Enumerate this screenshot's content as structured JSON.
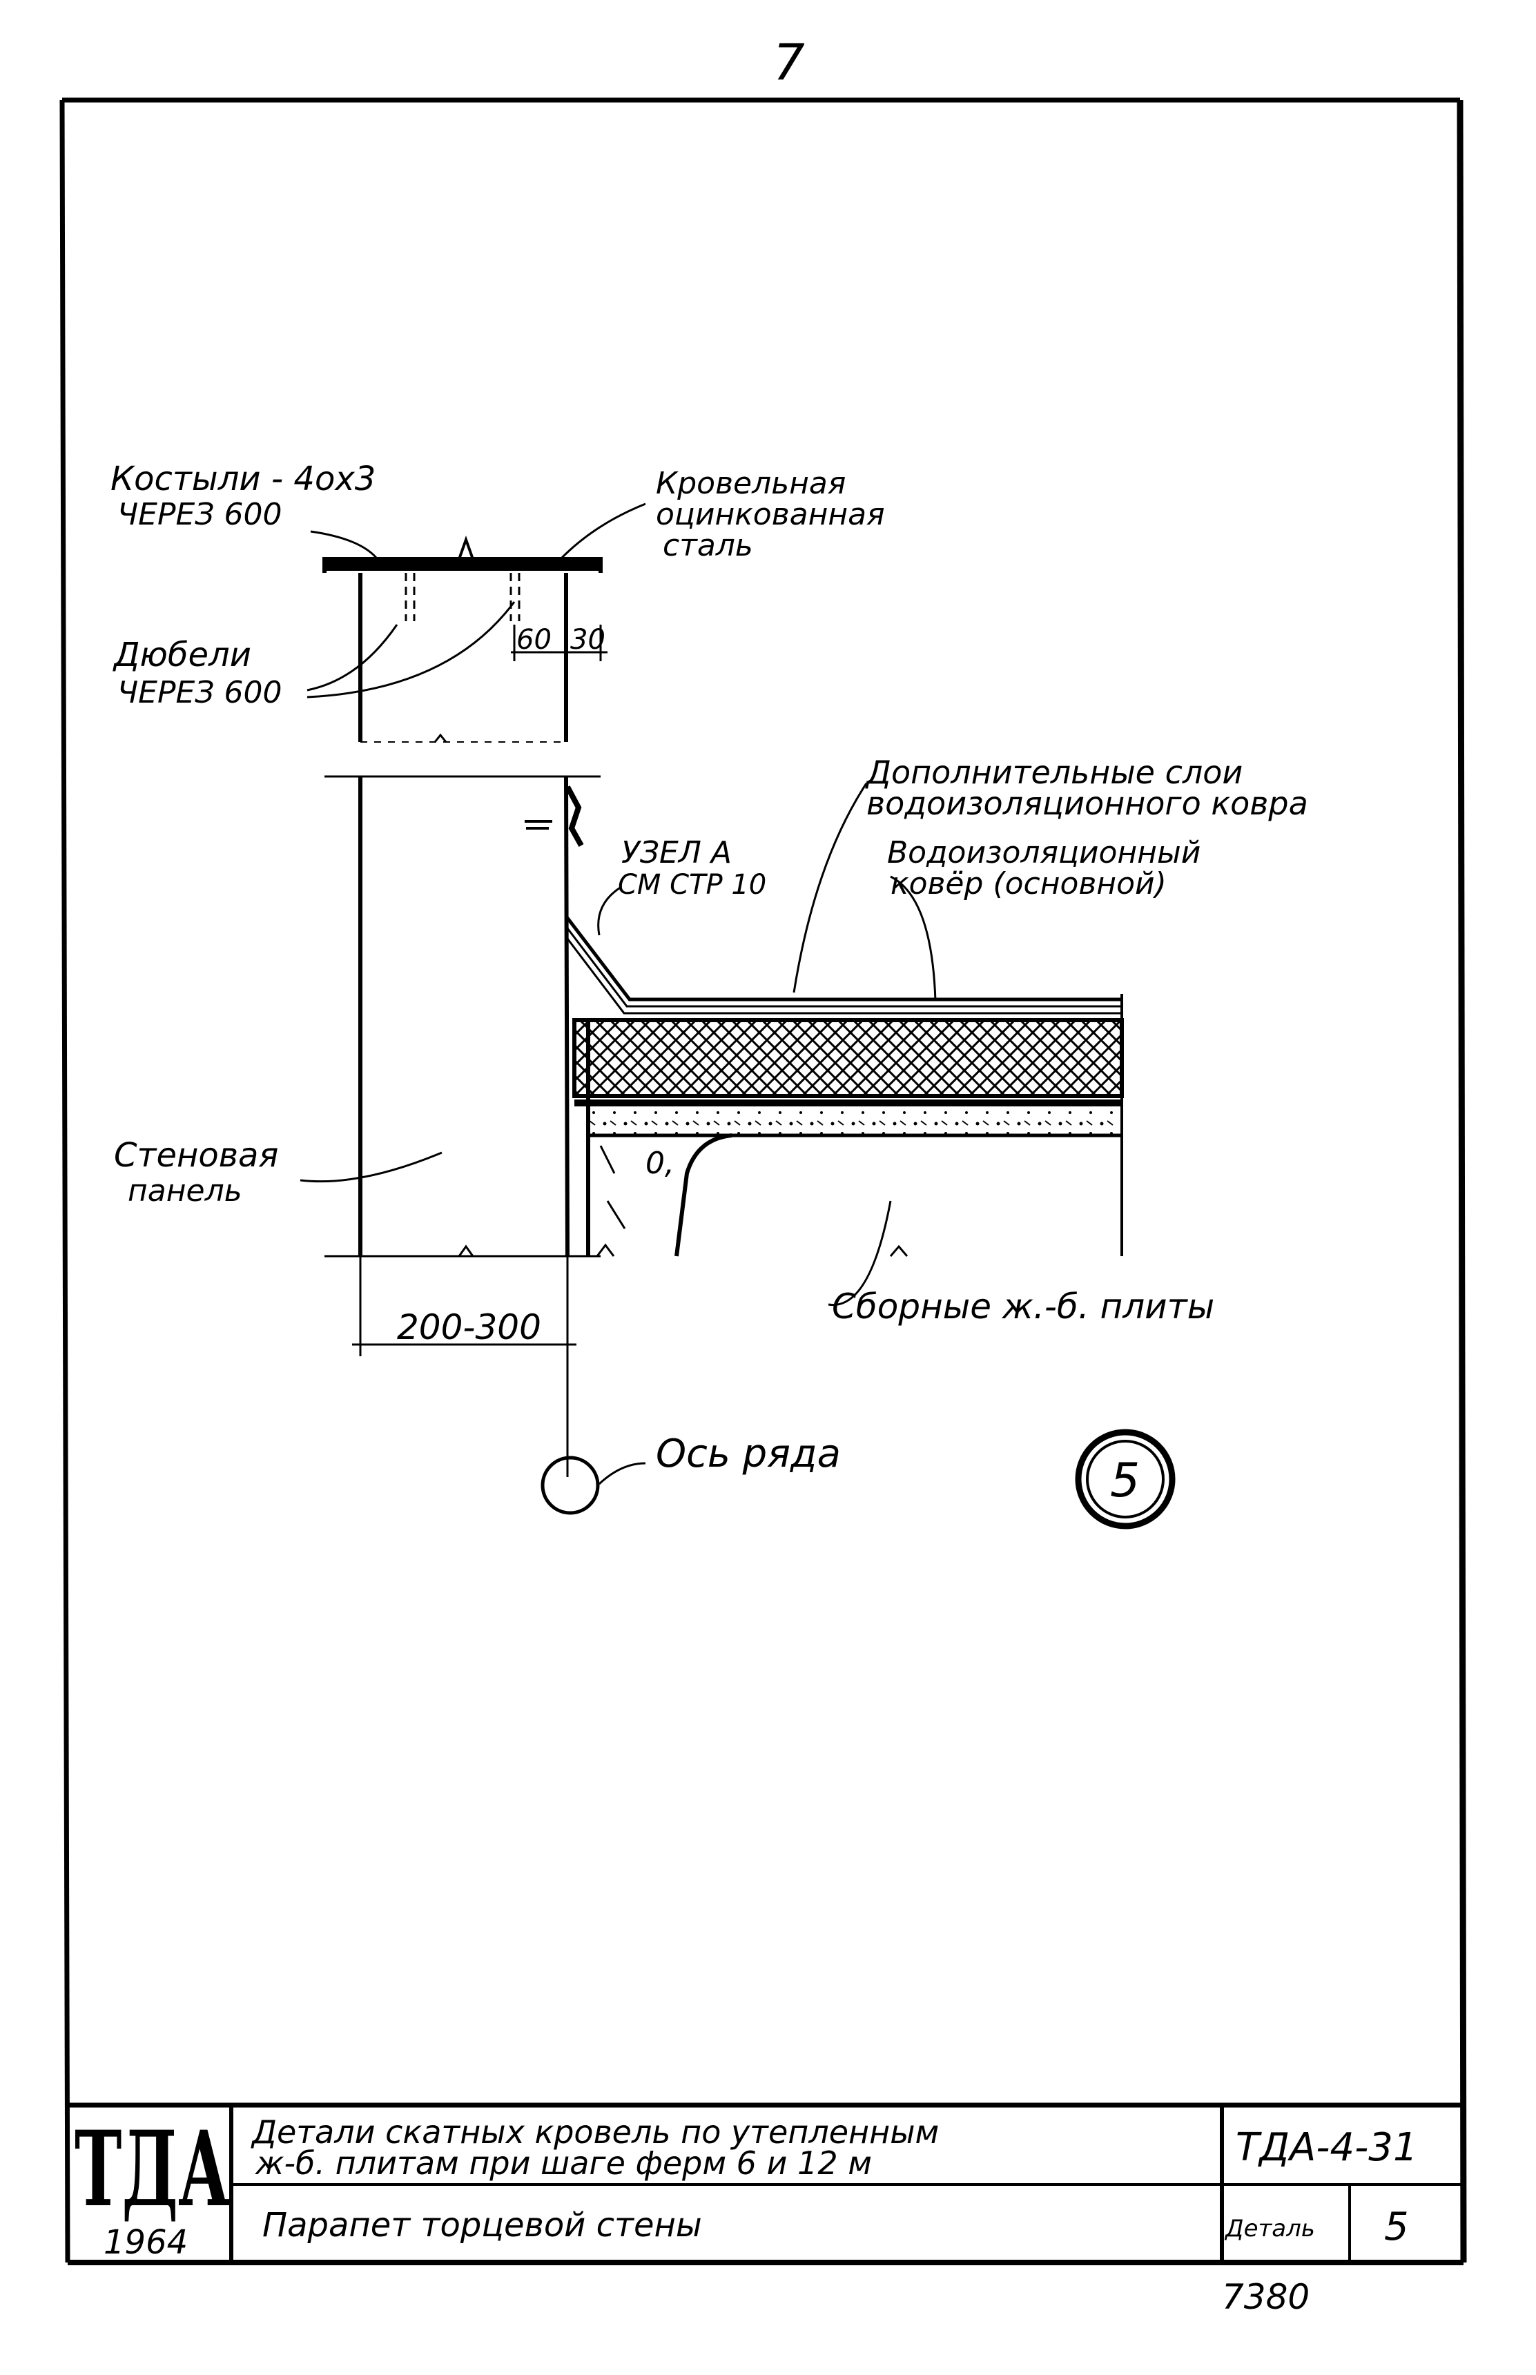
{
  "page_number": "7",
  "labels": {
    "kostyli_line1": "Костыли - 4ох3",
    "kostyli_line2": "ЧЕРЕЗ 600",
    "krovelnaya_line1": "Кровельная",
    "krovelnaya_line2": "оцинкованная",
    "krovelnaya_line3": "сталь",
    "dyubeli_line1": "Дюбели",
    "dyubeli_line2": "ЧЕРЕЗ 600",
    "dim_60": "60",
    "dim_30": "30",
    "dop_sloi_line1": "Дополнительные слои",
    "dop_sloi_line2": "водоизоляционного ковра",
    "vodoizol_line1": "Водоизоляционный",
    "vodoizol_line2": "ковёр (основной)",
    "uzel_line1": "УЗЕЛ А",
    "uzel_line2": "СМ СТР 10",
    "stenovaya_line1": "Стеновая",
    "stenovaya_line2": "панель",
    "dim_200_300": "200-300",
    "sbornye": "Сборные ж.-б. плиты",
    "os_ryada": "Ось ряда",
    "detail_number": "5"
  },
  "title_block": {
    "logo": "ТДА",
    "year": "1964",
    "title_line1": "Детали скатных кровель по утепленным",
    "title_line2": "ж-б. плитам при шаге ферм 6 и 12 м",
    "subtitle": "Парапет торцевой стены",
    "code": "ТДА-4-31",
    "detail_label": "Деталь",
    "detail_value": "5",
    "sheet_number": "7380"
  }
}
